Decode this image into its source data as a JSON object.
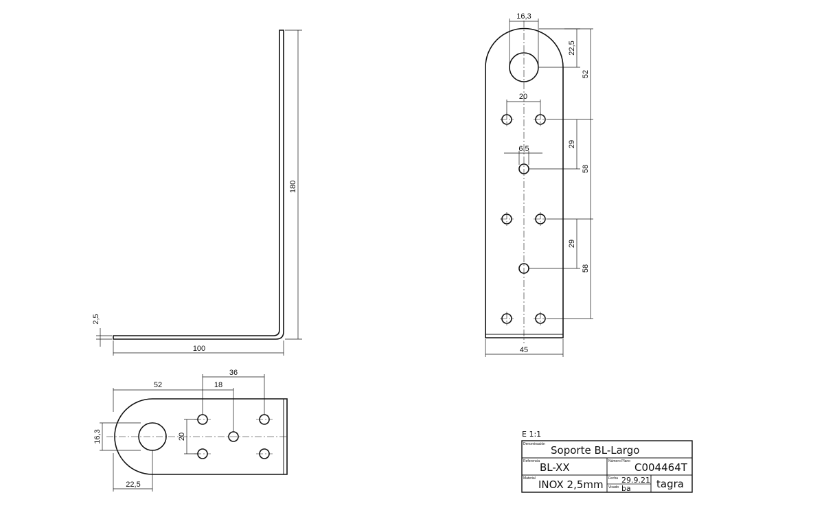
{
  "dimensions": {
    "side_view": {
      "height": "180",
      "length": "100",
      "thickness": "2,5"
    },
    "front_view": {
      "hole_diameter": "16,3",
      "top_radius": "22,5",
      "top_to_holes": "52",
      "hole_spacing": "20",
      "small_hole": "6,5",
      "pitch_a": "29",
      "span_a": "58",
      "pitch_b": "29",
      "span_b": "58",
      "width": "45"
    },
    "plan_view": {
      "offset_52": "52",
      "span_36": "36",
      "pitch_18": "18",
      "hole_diameter": "16,3",
      "hole_spacing": "20",
      "radius": "22,5"
    }
  },
  "title_block": {
    "scale": "E 1:1",
    "denominacion_label": "Denominación",
    "name": "Soporte BL-Largo",
    "referencia_label": "Referencia",
    "reference": "BL-XX",
    "numero_plano_label": "Número Plano",
    "drawing_number": "C004464T",
    "material_label": "Material",
    "material": "INOX 2,5mm",
    "fecha_label": "Fecha",
    "date": "29.9.21",
    "visado_label": "Visado",
    "visado": "ba",
    "company": "tagra"
  }
}
